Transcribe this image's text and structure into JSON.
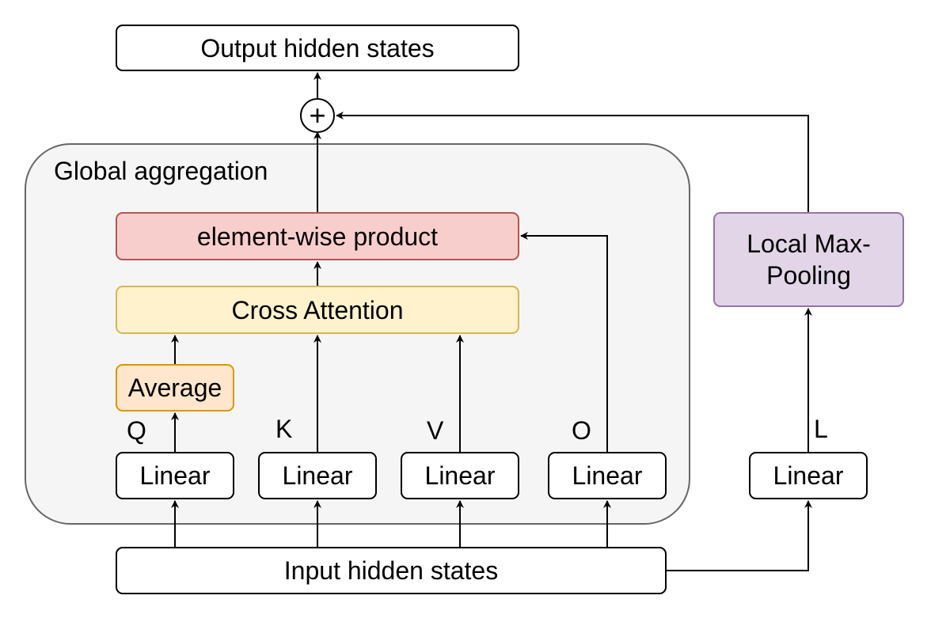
{
  "diagram": {
    "group_label": "Global aggregation",
    "boxes": {
      "output": "Output hidden states",
      "product": "element-wise product",
      "cross_attention": "Cross Attention",
      "average": "Average",
      "linear_q": "Linear",
      "linear_k": "Linear",
      "linear_v": "Linear",
      "linear_o": "Linear",
      "linear_l": "Linear",
      "input": "Input hidden states",
      "local_max_pooling": "Local Max-Pooling"
    },
    "edge_labels": {
      "q": "Q",
      "k": "K",
      "v": "V",
      "o": "O",
      "l": "L"
    },
    "add_symbol": "+",
    "colors": {
      "group_fill": "#f5f5f5",
      "group_stroke": "#666666",
      "product_fill": "#f8cecc",
      "product_stroke": "#b85450",
      "attention_fill": "#fff2cc",
      "attention_stroke": "#d6b656",
      "average_fill": "#ffe6cc",
      "average_stroke": "#d79b00",
      "pooling_fill": "#e1d5e7",
      "pooling_stroke": "#9673a6"
    }
  }
}
